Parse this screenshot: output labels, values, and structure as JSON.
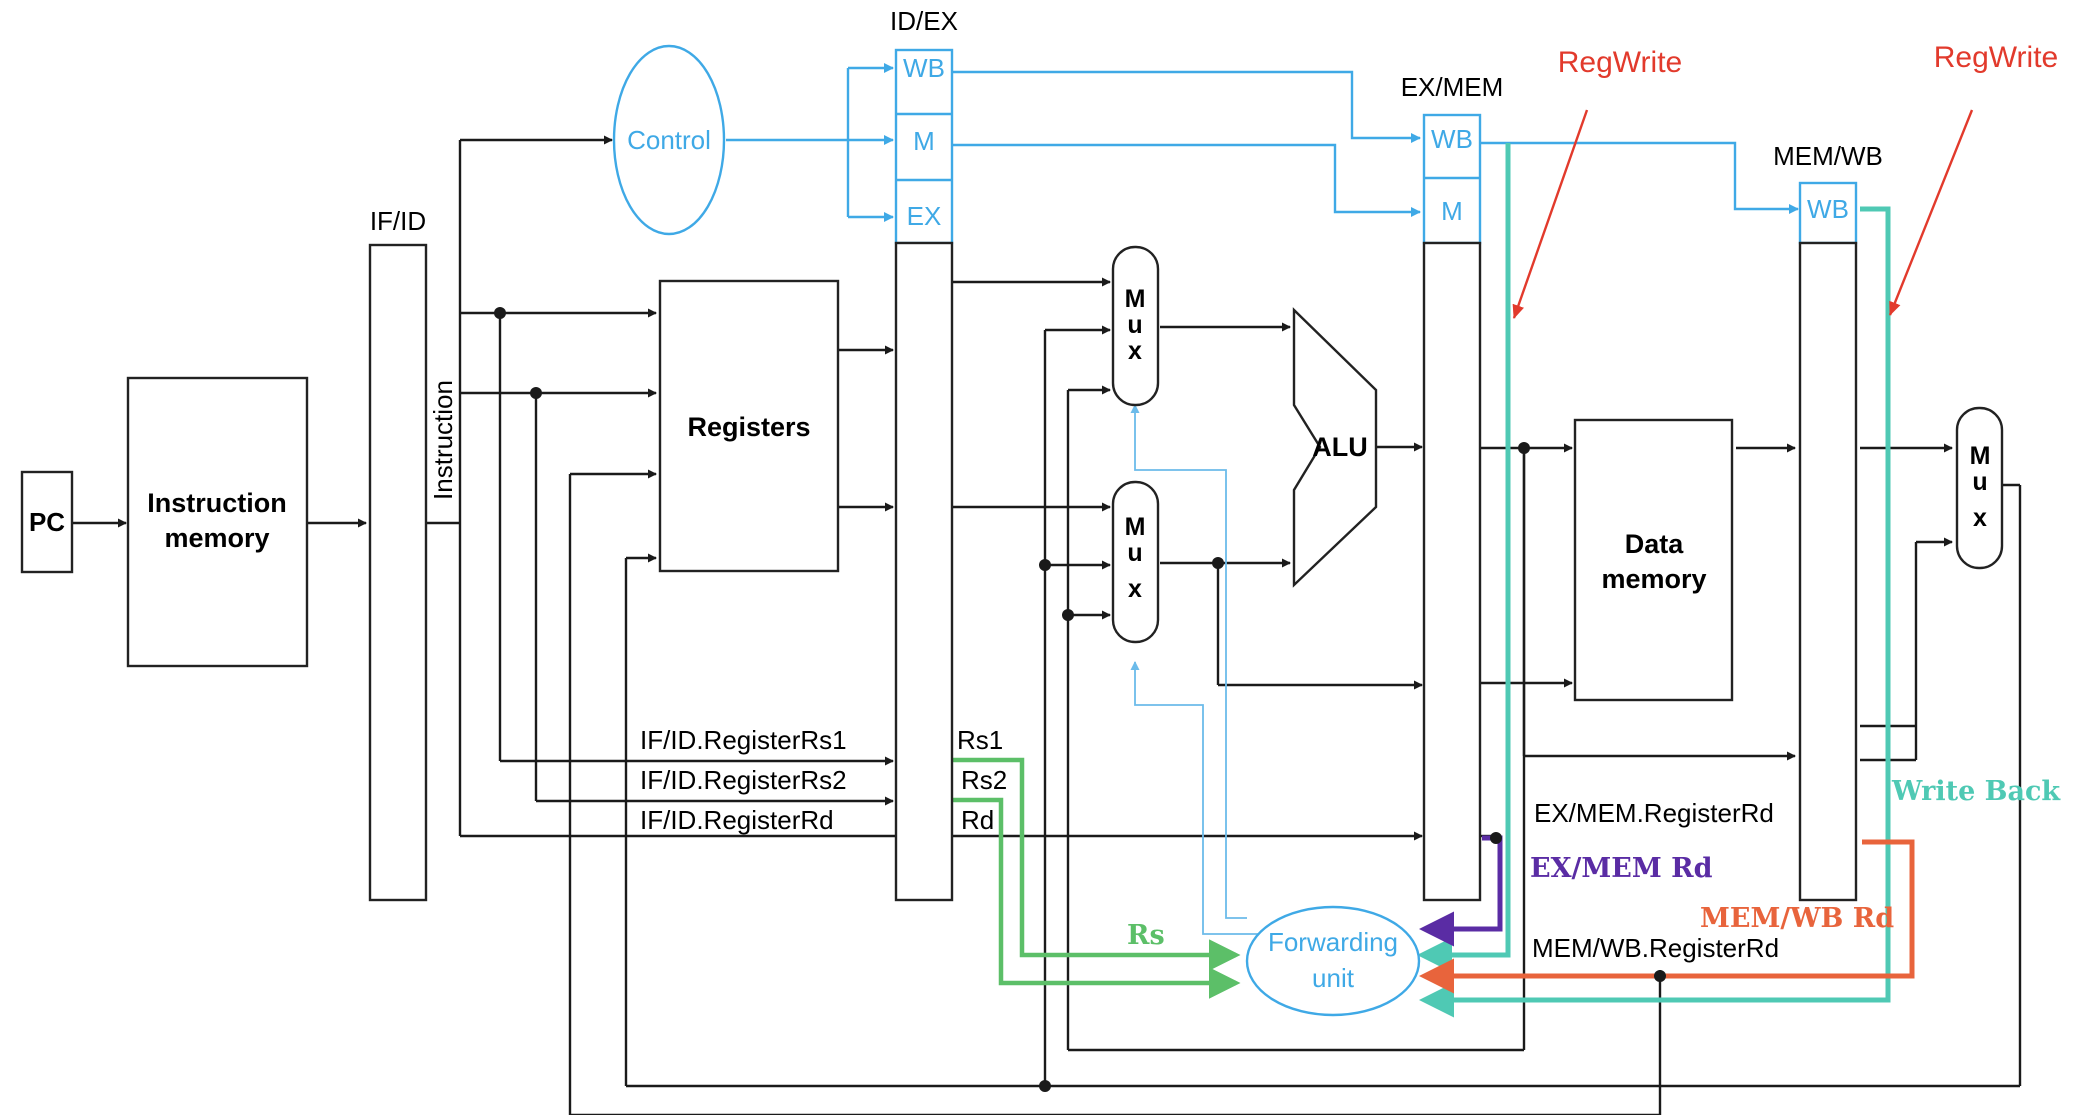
{
  "pipeline_registers": {
    "if_id": "IF/ID",
    "id_ex": "ID/EX",
    "ex_mem": "EX/MEM",
    "mem_wb": "MEM/WB"
  },
  "units": {
    "pc": "PC",
    "instruction_memory": [
      "Instruction",
      "memory"
    ],
    "control": "Control",
    "registers": "Registers",
    "alu": "ALU",
    "data_memory": [
      "Data",
      "memory"
    ],
    "forwarding_unit": [
      "Forwarding",
      "unit"
    ],
    "mux": [
      "M",
      "u",
      "x"
    ]
  },
  "control_fields": {
    "wb": "WB",
    "m": "M",
    "ex": "EX"
  },
  "signals": {
    "instruction": "Instruction",
    "if_id_rs1": "IF/ID.RegisterRs1",
    "if_id_rs2": "IF/ID.RegisterRs2",
    "if_id_rd": "IF/ID.RegisterRd",
    "rs1": "Rs1",
    "rs2": "Rs2",
    "rd": "Rd",
    "ex_mem_rd": "EX/MEM.RegisterRd",
    "mem_wb_rd": "MEM/WB.RegisterRd"
  },
  "annotations": {
    "regwrite_1": "RegWrite",
    "regwrite_2": "RegWrite",
    "write_back": "Write Back",
    "ex_mem_rd_highlight": "EX/MEM Rd",
    "mem_wb_rd_highlight": "MEM/WB Rd",
    "rs_highlight": "Rs"
  },
  "colors": {
    "control_path": "#3fa9e6",
    "write_back": "#4fc9b4",
    "rs": "#5cbf68",
    "ex_mem_rd": "#5a2ca4",
    "mem_wb_rd": "#e8643c",
    "regwrite": "#e23a2c",
    "wires": "#1a1a1a"
  }
}
